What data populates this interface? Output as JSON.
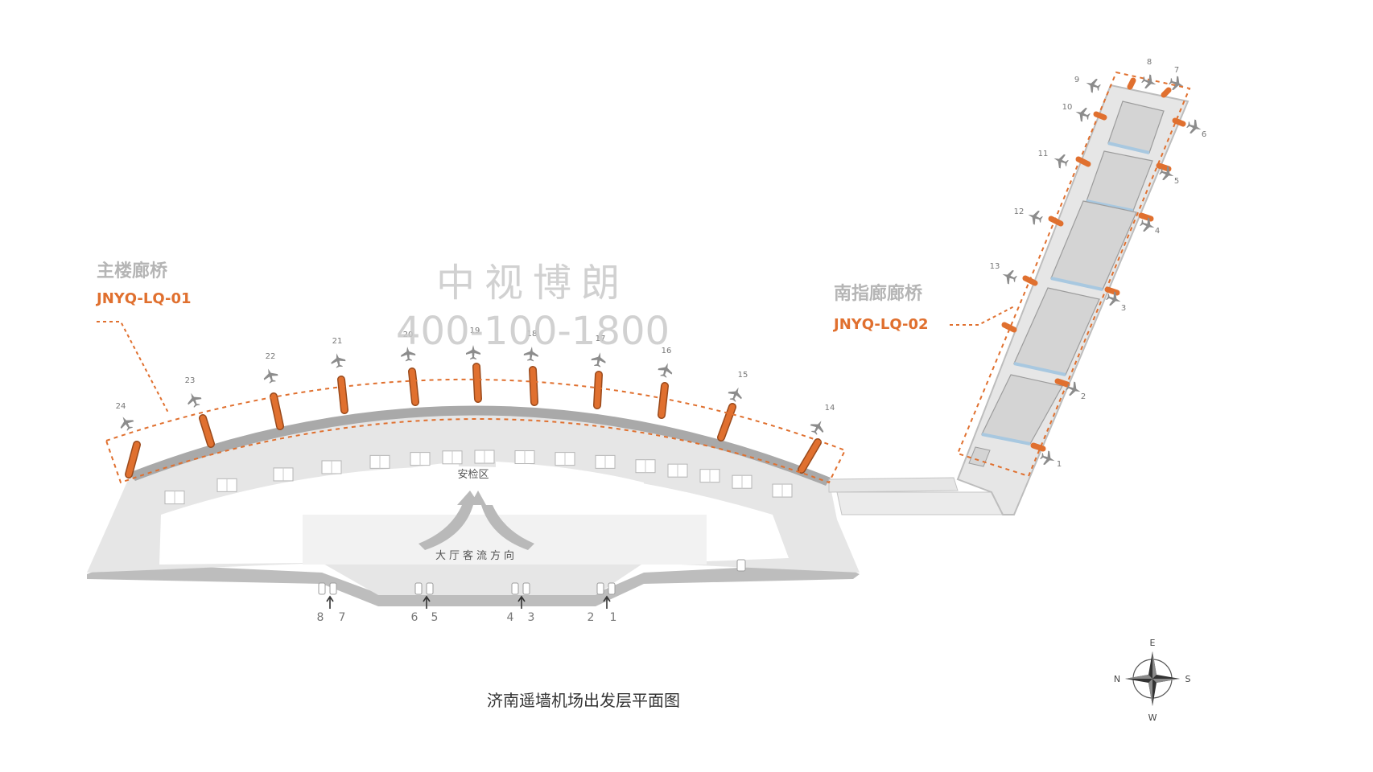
{
  "labels": {
    "main_bridge_title": "主楼廊桥",
    "main_bridge_code": "JNYQ-LQ-01",
    "south_bridge_title": "南指廊廊桥",
    "south_bridge_code": "JNYQ-LQ-02",
    "security_zone": "安检区",
    "flow_direction": "大厅客流方向",
    "caption": "济南遥墙机场出发层平面图"
  },
  "watermark": {
    "company": "中视博朗",
    "phone": "400-100-1800"
  },
  "main_gates": [
    "24",
    "23",
    "22",
    "21",
    "20",
    "19",
    "18",
    "17",
    "16",
    "15",
    "14"
  ],
  "finger_gates_left": [
    "9",
    "10",
    "11",
    "12",
    "13"
  ],
  "finger_gates_right": [
    "8",
    "7",
    "6",
    "5",
    "4",
    "3",
    "2",
    "1"
  ],
  "entrance_doors": [
    "8",
    "7",
    "6",
    "5",
    "4",
    "3",
    "2",
    "1"
  ],
  "compass": {
    "north": "N",
    "south": "S",
    "east": "E",
    "west": "W"
  },
  "colors": {
    "bridge": "#e0702f",
    "outline": "#e0702f",
    "terminal_floor": "#e8e8e8",
    "terminal_wall": "#bdbdbd",
    "white_zone": "#ffffff",
    "room": "#d6d6d6",
    "room_accent": "#a8c8e0"
  }
}
